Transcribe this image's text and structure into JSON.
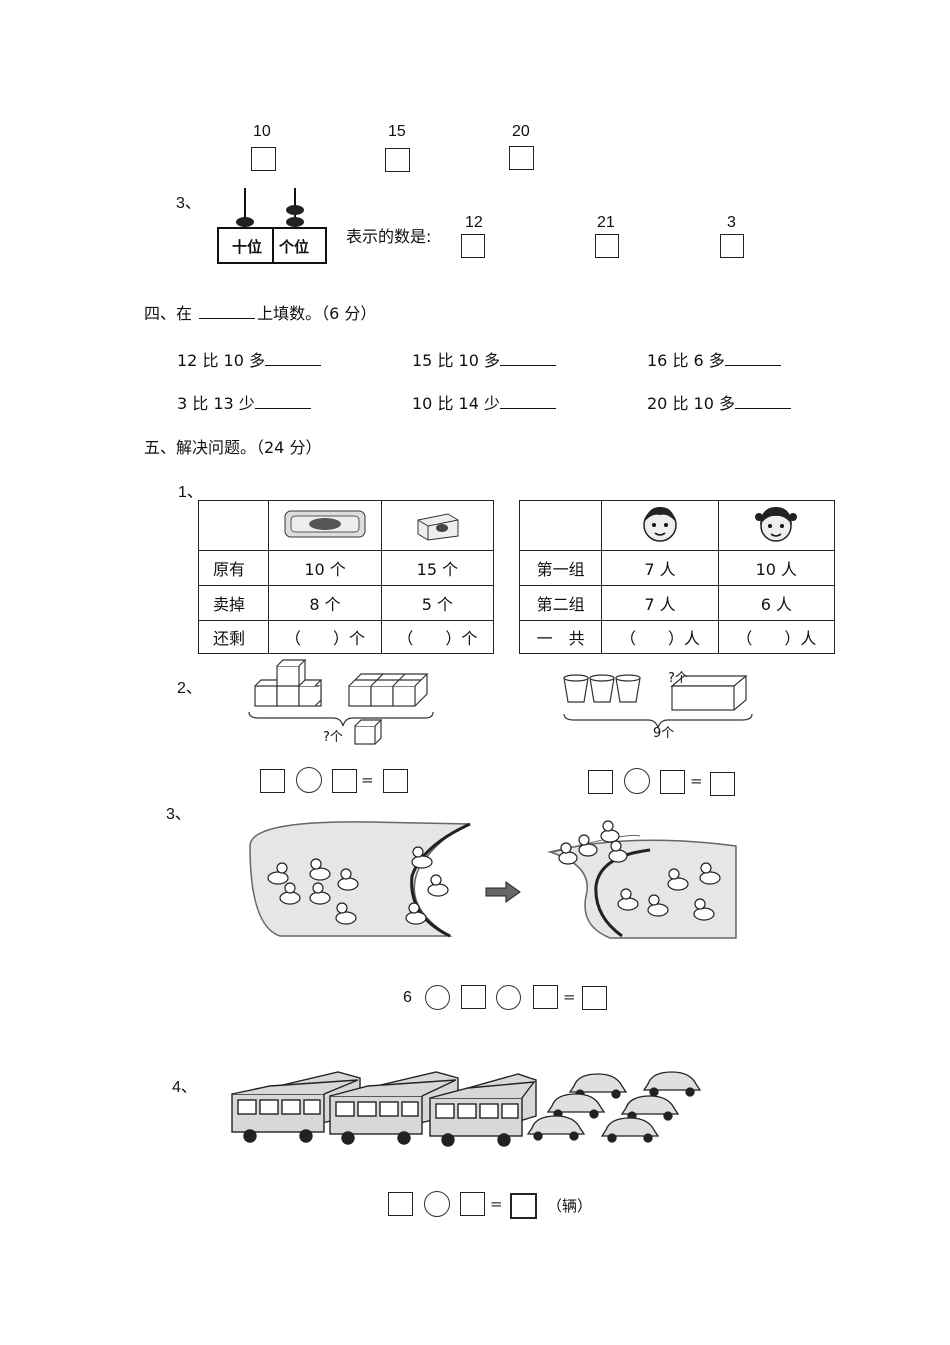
{
  "q2_values": [
    "10",
    "15",
    "20"
  ],
  "q3": {
    "num": "3、",
    "place_tens": "十位",
    "place_ones": "个位",
    "prompt": "表示的数是:",
    "options": [
      "12",
      "21",
      "3"
    ]
  },
  "section4": {
    "heading_pre": "四、在",
    "heading_post": "上填数。（6 分）",
    "items": [
      {
        "text": "12 比 10 多"
      },
      {
        "text": "15 比 10 多"
      },
      {
        "text": "16 比 6 多"
      },
      {
        "text": "3 比 13 少"
      },
      {
        "text": "10 比 14 少"
      },
      {
        "text": "20 比 10 多"
      }
    ]
  },
  "section5": {
    "heading": "五、解决问题。（24 分）",
    "p1": {
      "num": "1、",
      "table_left": {
        "rows": [
          {
            "label": "原有",
            "c1": "10 个",
            "c2": "15 个"
          },
          {
            "label": "卖掉",
            "c1": "8 个",
            "c2": "5 个"
          },
          {
            "label": "还剩",
            "c1": "（　　）个",
            "c2": "（　　）个"
          }
        ]
      },
      "table_right": {
        "rows": [
          {
            "label": "第一组",
            "c1": "7 人",
            "c2": "10 人"
          },
          {
            "label": "第二组",
            "c1": "7 人",
            "c2": "6 人"
          },
          {
            "label": "一　共",
            "c1": "（　　）人",
            "c2": "（　　）人"
          }
        ]
      }
    },
    "p2": {
      "num": "2、",
      "left_label": "?个",
      "right_box_label": "?个",
      "right_total": "9个",
      "equals": "="
    },
    "p3": {
      "num": "3、",
      "start": "6",
      "equals": "="
    },
    "p4": {
      "num": "4、",
      "equals": "=",
      "unit": "（辆）"
    }
  }
}
